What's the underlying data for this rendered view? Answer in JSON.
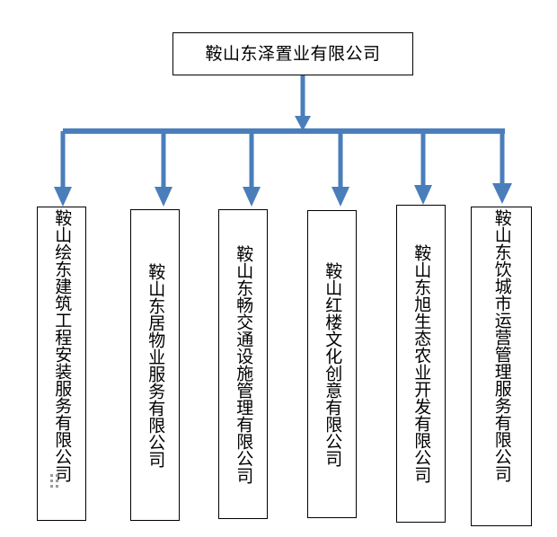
{
  "diagram": {
    "type": "org-chart",
    "orientation": "top-down",
    "background_color": "#ffffff",
    "connector_color": "#4A7EBB",
    "box_border_color": "#000000",
    "text_color": "#000000",
    "root": {
      "label": "鞍山东泽置业有限公司",
      "text_direction": "horizontal"
    },
    "children": [
      {
        "label": "鞍山绘东建筑工程安装服务有限公司",
        "text_direction": "vertical",
        "has_handle_marker": true
      },
      {
        "label": "鞍山东居物业服务有限公司",
        "text_direction": "vertical",
        "has_handle_marker": false
      },
      {
        "label": "鞍山东畅交通设施管理有限公司",
        "text_direction": "vertical",
        "has_handle_marker": false
      },
      {
        "label": "鞍山红楼文化创意有限公司",
        "text_direction": "vertical",
        "has_handle_marker": false
      },
      {
        "label": "鞍山东旭生态农业开发有限公司",
        "text_direction": "vertical",
        "has_handle_marker": false
      },
      {
        "label": "鞍山东饮城市运营管理服务有限公司",
        "text_direction": "vertical",
        "has_handle_marker": false
      }
    ]
  }
}
